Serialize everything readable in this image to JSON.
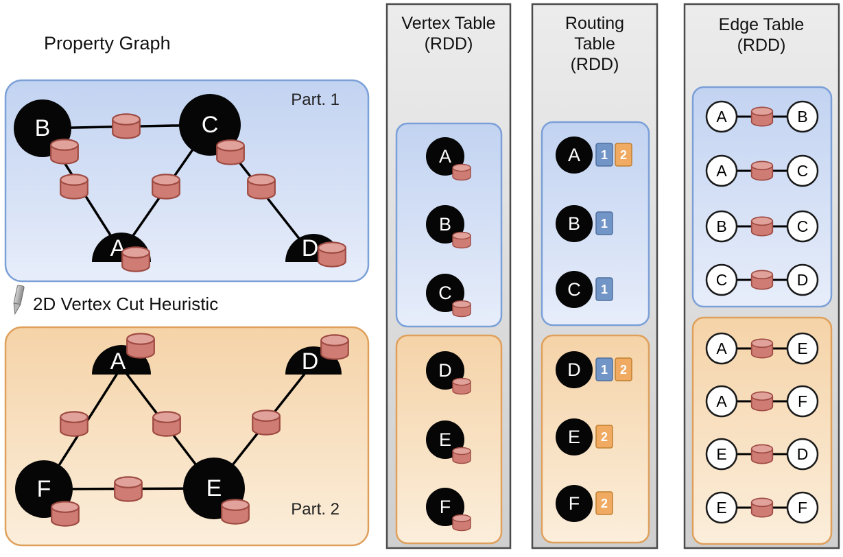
{
  "property_graph": {
    "title": "Property Graph",
    "arrow_label": "2D Vertex Cut Heuristic",
    "partitions": [
      {
        "label": "Part. 1",
        "color": "blue",
        "nodes": [
          {
            "id": "B",
            "shape": "circle"
          },
          {
            "id": "C",
            "shape": "circle"
          },
          {
            "id": "A",
            "shape": "half-circle"
          },
          {
            "id": "D",
            "shape": "half-circle"
          }
        ],
        "edges": [
          [
            "B",
            "C"
          ],
          [
            "B",
            "A"
          ],
          [
            "C",
            "A"
          ],
          [
            "C",
            "D"
          ]
        ]
      },
      {
        "label": "Part. 2",
        "color": "orange",
        "nodes": [
          {
            "id": "A",
            "shape": "half-circle"
          },
          {
            "id": "D",
            "shape": "half-circle"
          },
          {
            "id": "F",
            "shape": "circle"
          },
          {
            "id": "E",
            "shape": "circle"
          }
        ],
        "edges": [
          [
            "A",
            "F"
          ],
          [
            "A",
            "E"
          ],
          [
            "F",
            "E"
          ],
          [
            "E",
            "D"
          ]
        ]
      }
    ]
  },
  "vertex_table": {
    "title_lines": [
      "Vertex Table",
      "(RDD)"
    ],
    "groups": [
      {
        "color": "blue",
        "vertices": [
          "A",
          "B",
          "C"
        ]
      },
      {
        "color": "orange",
        "vertices": [
          "D",
          "E",
          "F"
        ]
      }
    ]
  },
  "routing_table": {
    "title_lines": [
      "Routing",
      "Table",
      "(RDD)"
    ],
    "groups": [
      {
        "color": "blue",
        "entries": [
          {
            "vertex": "A",
            "partitions": [
              "1",
              "2"
            ]
          },
          {
            "vertex": "B",
            "partitions": [
              "1"
            ]
          },
          {
            "vertex": "C",
            "partitions": [
              "1"
            ]
          }
        ]
      },
      {
        "color": "orange",
        "entries": [
          {
            "vertex": "D",
            "partitions": [
              "1",
              "2"
            ]
          },
          {
            "vertex": "E",
            "partitions": [
              "2"
            ]
          },
          {
            "vertex": "F",
            "partitions": [
              "2"
            ]
          }
        ]
      }
    ]
  },
  "edge_table": {
    "title_lines": [
      "Edge Table",
      "(RDD)"
    ],
    "groups": [
      {
        "color": "blue",
        "edges": [
          [
            "A",
            "B"
          ],
          [
            "A",
            "C"
          ],
          [
            "B",
            "C"
          ],
          [
            "C",
            "D"
          ]
        ]
      },
      {
        "color": "orange",
        "edges": [
          [
            "A",
            "E"
          ],
          [
            "A",
            "F"
          ],
          [
            "E",
            "D"
          ],
          [
            "E",
            "F"
          ]
        ]
      }
    ]
  },
  "colors": {
    "partition_blue": "#c2d3f1",
    "partition_orange": "#f5d3a8",
    "badge_blue": "#7295c7",
    "badge_orange": "#f0aa62",
    "property_cylinder": "#cf7d74",
    "panel_gray": "#dcdcdc"
  }
}
